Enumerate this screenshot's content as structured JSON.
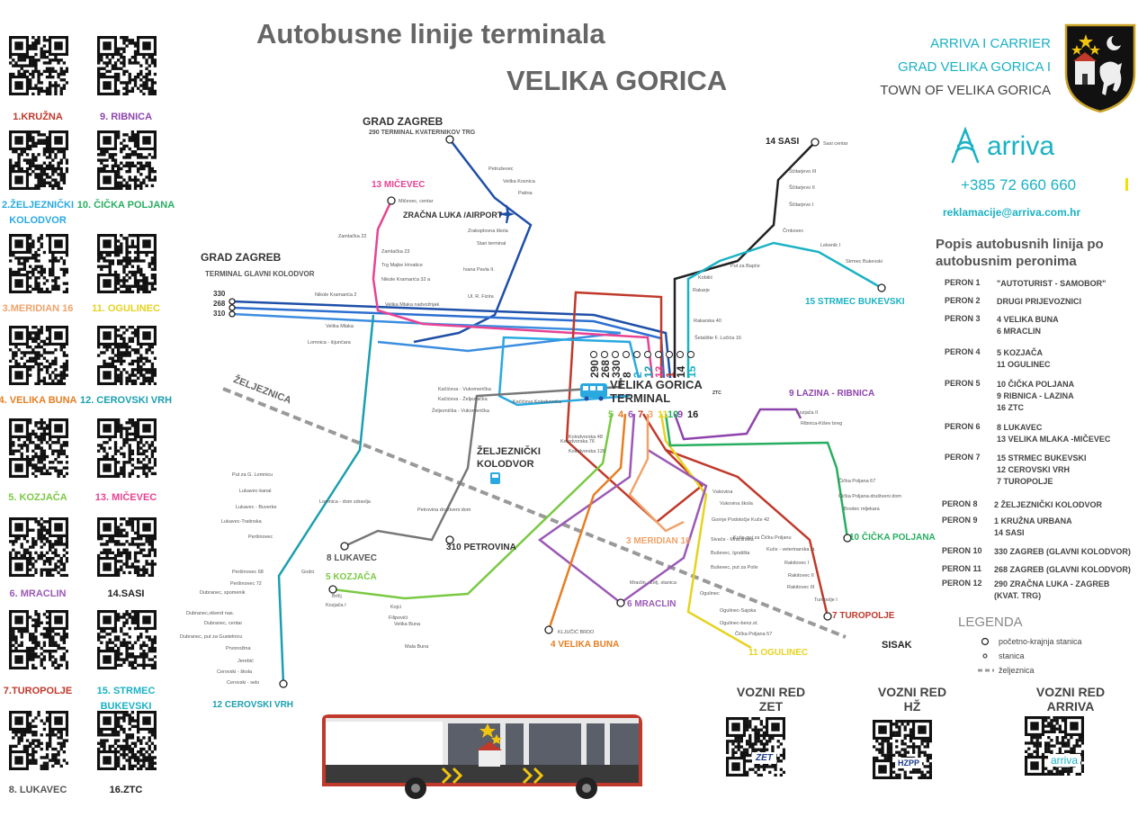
{
  "title": {
    "line1": "Autobusne linije terminala",
    "line2": "VELIKA GORICA"
  },
  "carrier": {
    "line1": "ARRIVA I CARRIER",
    "line2": "GRAD VELIKA GORICA I",
    "line3": "TOWN OF VELIKA GORICA"
  },
  "brand": {
    "name": "arriva",
    "phone": "+385 72 660 660",
    "email": "reklamacije@arriva.com.hr"
  },
  "colors": {
    "arriva": "#1ab2c4",
    "route_red": "#c0392b"
  },
  "qr_codes": [
    {
      "label": "1.KRUŽNA",
      "color": "#c0392b"
    },
    {
      "label": "9. RIBNICA",
      "color": "#8e44ad"
    },
    {
      "label": "2.ŽELJEZNIČKI KOLODVOR",
      "color": "#29a9e0"
    },
    {
      "label": "10. ČIČKA POLJANA",
      "color": "#27ae60"
    },
    {
      "label": "3.MERIDIAN 16",
      "color": "#f0a36b"
    },
    {
      "label": "11. OGULINEC",
      "color": "#e6d320"
    },
    {
      "label": "4. VELIKA BUNA",
      "color": "#e67e22"
    },
    {
      "label": "12. CEROVSKI VRH",
      "color": "#1a9fb0"
    },
    {
      "label": "5. KOZJAČA",
      "color": "#7ac943"
    },
    {
      "label": "13. MIČEVEC",
      "color": "#e84393"
    },
    {
      "label": "6. MRACLIN",
      "color": "#9b59b6"
    },
    {
      "label": "14.SASI",
      "color": "#222222"
    },
    {
      "label": "7.TUROPOLJE",
      "color": "#c0392b"
    },
    {
      "label": "15. STRMEC BUKEVSKI",
      "color": "#1ab2c4"
    },
    {
      "label": "8. LUKAVEC",
      "color": "#555555"
    },
    {
      "label": "16.ZTC",
      "color": "#222222"
    }
  ],
  "popis_title": "Popis autobusnih linija po autobusnim peronima",
  "perons": [
    {
      "label": "PERON 1",
      "value": "\"AUTOTURIST - SAMOBOR\""
    },
    {
      "label": "PERON 2",
      "value": "DRUGI PRIJEVOZNICI"
    },
    {
      "label": "PERON 3",
      "value": "4 VELIKA BUNA\n6 MRACLIN"
    },
    {
      "label": "PERON 4",
      "value": "5 KOZJAČA\n11 OGULINEC"
    },
    {
      "label": "PERON 5",
      "value": "10 ČIČKA POLJANA\n9 RIBNICA - LAZINA\n16 ZTC"
    },
    {
      "label": "PERON 6",
      "value": "8 LUKAVEC\n13 VELIKA MLAKA -MIČEVEC"
    },
    {
      "label": "PERON 7",
      "value": "15 STRMEC BUKEVSKI\n12 CEROVSKI VRH\n7 TUROPOLJE"
    },
    {
      "label": "PERON 8",
      "value": "2 ŽELJEZNIČKI KOLODVOR"
    },
    {
      "label": "PERON 9",
      "value": "1 KRUŽNA URBANA\n14 SASI"
    },
    {
      "label": "PERON 10",
      "value": "330 ZAGREB (GLAVNI KOLODVOR)"
    },
    {
      "label": "PERON 11",
      "value": "268 ZAGREB (GLAVNI KOLODVOR)"
    },
    {
      "label": "PERON 12",
      "value": "290 ZRAČNA LUKA - ZAGREB\n(KVAT. TRG)"
    }
  ],
  "legend": {
    "title": "LEGENDA",
    "items": [
      "početno-krajnja stanica",
      "stanica",
      "željeznica"
    ]
  },
  "vozni_red": [
    {
      "label": "VOZNI RED\nZET",
      "logo": "ZET"
    },
    {
      "label": "VOZNI RED\nHŽ",
      "logo": "HZPP"
    },
    {
      "label": "VOZNI RED\nARRIVA",
      "logo": "arriva"
    }
  ],
  "map": {
    "terminal": "VELIKA GORICA\nTERMINAL",
    "grad_zagreb_1": "GRAD ZAGREB",
    "terminal_kvaternikov": "290  TERMINAL  KVATERNIKOV TRG",
    "grad_zagreb_2": "GRAD ZAGREB",
    "terminal_glavni": "TERMINAL  GLAVNI KOLODVOR",
    "airport": "ZRAČNA LUKA /AIRPORT",
    "zeljeznicki": "ŽELJEZNIČKI\nKOLODVOR",
    "zeljeznica": "ŽELJEZNICA",
    "sisak": "SISAK",
    "line_nums_left": [
      "330",
      "268",
      "310"
    ],
    "platform_nums": [
      "290",
      "268",
      "330",
      "8",
      "2",
      "12",
      "13",
      "1",
      "14",
      "15"
    ],
    "platform_nums2": [
      "5",
      "4",
      "6",
      "7",
      "3",
      "11",
      "10",
      "9",
      "16"
    ],
    "ztc": "ZTC",
    "destinations": [
      {
        "text": "13 MIČEVEC",
        "color": "#e84393"
      },
      {
        "text": "14 SASI",
        "color": "#222222"
      },
      {
        "text": "15 STRMEC BUKEVSKI",
        "color": "#1ab2c4"
      },
      {
        "text": "9 LAZINA - RIBNICA",
        "color": "#8e44ad"
      },
      {
        "text": "10 ČIČKA POLJANA",
        "color": "#27ae60"
      },
      {
        "text": "7 TUROPOLJE",
        "color": "#c0392b"
      },
      {
        "text": "11 OGULINEC",
        "color": "#e6d320"
      },
      {
        "text": "6 MRACLIN",
        "color": "#9b59b6"
      },
      {
        "text": "4 VELIKA BUNA",
        "color": "#e67e22"
      },
      {
        "text": "3 MERIDIAN 16",
        "color": "#f0a36b"
      },
      {
        "text": "5  KOZJAČA",
        "color": "#7ac943"
      },
      {
        "text": "8 LUKAVEC",
        "color": "#555555"
      },
      {
        "text": "310 PETROVINA",
        "color": "#333333"
      },
      {
        "text": "12 CEROVSKI VRH",
        "color": "#1a9fb0"
      }
    ],
    "stops": [
      "Petruševec",
      "Velika Kosnica",
      "Patina",
      "Zrakoplovna škola",
      "Stari terminal",
      "Ivana Pavla II.",
      "Ul. R. Fizira",
      "Mičevec, centar",
      "Zamlačka 22",
      "Zamlačka 23",
      "Trg Majke Hrvatice",
      "Nikole Kramarića 32 a",
      "Nikole Kramarića 2",
      "Velika Mlaka nadvožnjak",
      "Velika Mlaka",
      "Lomnica - šijunčara",
      "Sasi centar",
      "Ščitarjevo III",
      "Ščitarjevo II",
      "Ščitarjevo I",
      "Črnkovec",
      "Put za Bapče",
      "Kobilić",
      "Rakarje",
      "Rakarska 40",
      "Šetalište F. Lučića 16",
      "Lekenik I",
      "Strmec Bukevski",
      "Kolodvorska 48",
      "Kolodvorska 76",
      "Kolodvorska 120",
      "Kačićeva Kolodvorska",
      "Kačićeva - Vukomerička",
      "Kačićeva - Željeznička",
      "Željeznička - Vukomerička",
      "Put za G. Lomnicu",
      "Lukavec-kanal",
      "Lukavec - Buverke",
      "Lukavec-Tratinska",
      "Peršinovec",
      "Peršinovec 68",
      "Peršinovec 72",
      "Dubranec, spomenik",
      "Dubranec,vikend nas.",
      "Dubranec, centar",
      "Dubranec, put za Gustelnicu",
      "Prvonožina",
      "Jerebić",
      "Cerovski - škola",
      "Cerovski - selo",
      "Godci",
      "Lomnica - dom zdravlja",
      "Petrovina družtveni dom",
      "Vukovina",
      "Vukovina škola",
      "Gornje Podotočje Kuče 42",
      "Kuče-put za Čičku Poljanu",
      "Kuče - veterinarska st.",
      "Rakitovec I",
      "Rakitovec II",
      "Rakitovec III",
      "Turopolje I",
      "Mraclin - Želj. stanica",
      "Sivače - Mraclinska",
      "Buševec, Igrališta",
      "Buševec, put za Poliv",
      "Ogulinec",
      "Ogulinec-Sajoka",
      "Ogulinec-benz.st.",
      "Čička Poljana 57",
      "Čička Poljana 67",
      "Čička Poljana-društveni dom",
      "Brodec mljekara",
      "Ribnica-Kišev breg",
      "Kozjača II",
      "Kozjača I",
      "Brlčj",
      "Kojci",
      "Filipovići",
      "Velika Buna",
      "KLJUČIĆ BRDO",
      "Mala Buna"
    ]
  }
}
